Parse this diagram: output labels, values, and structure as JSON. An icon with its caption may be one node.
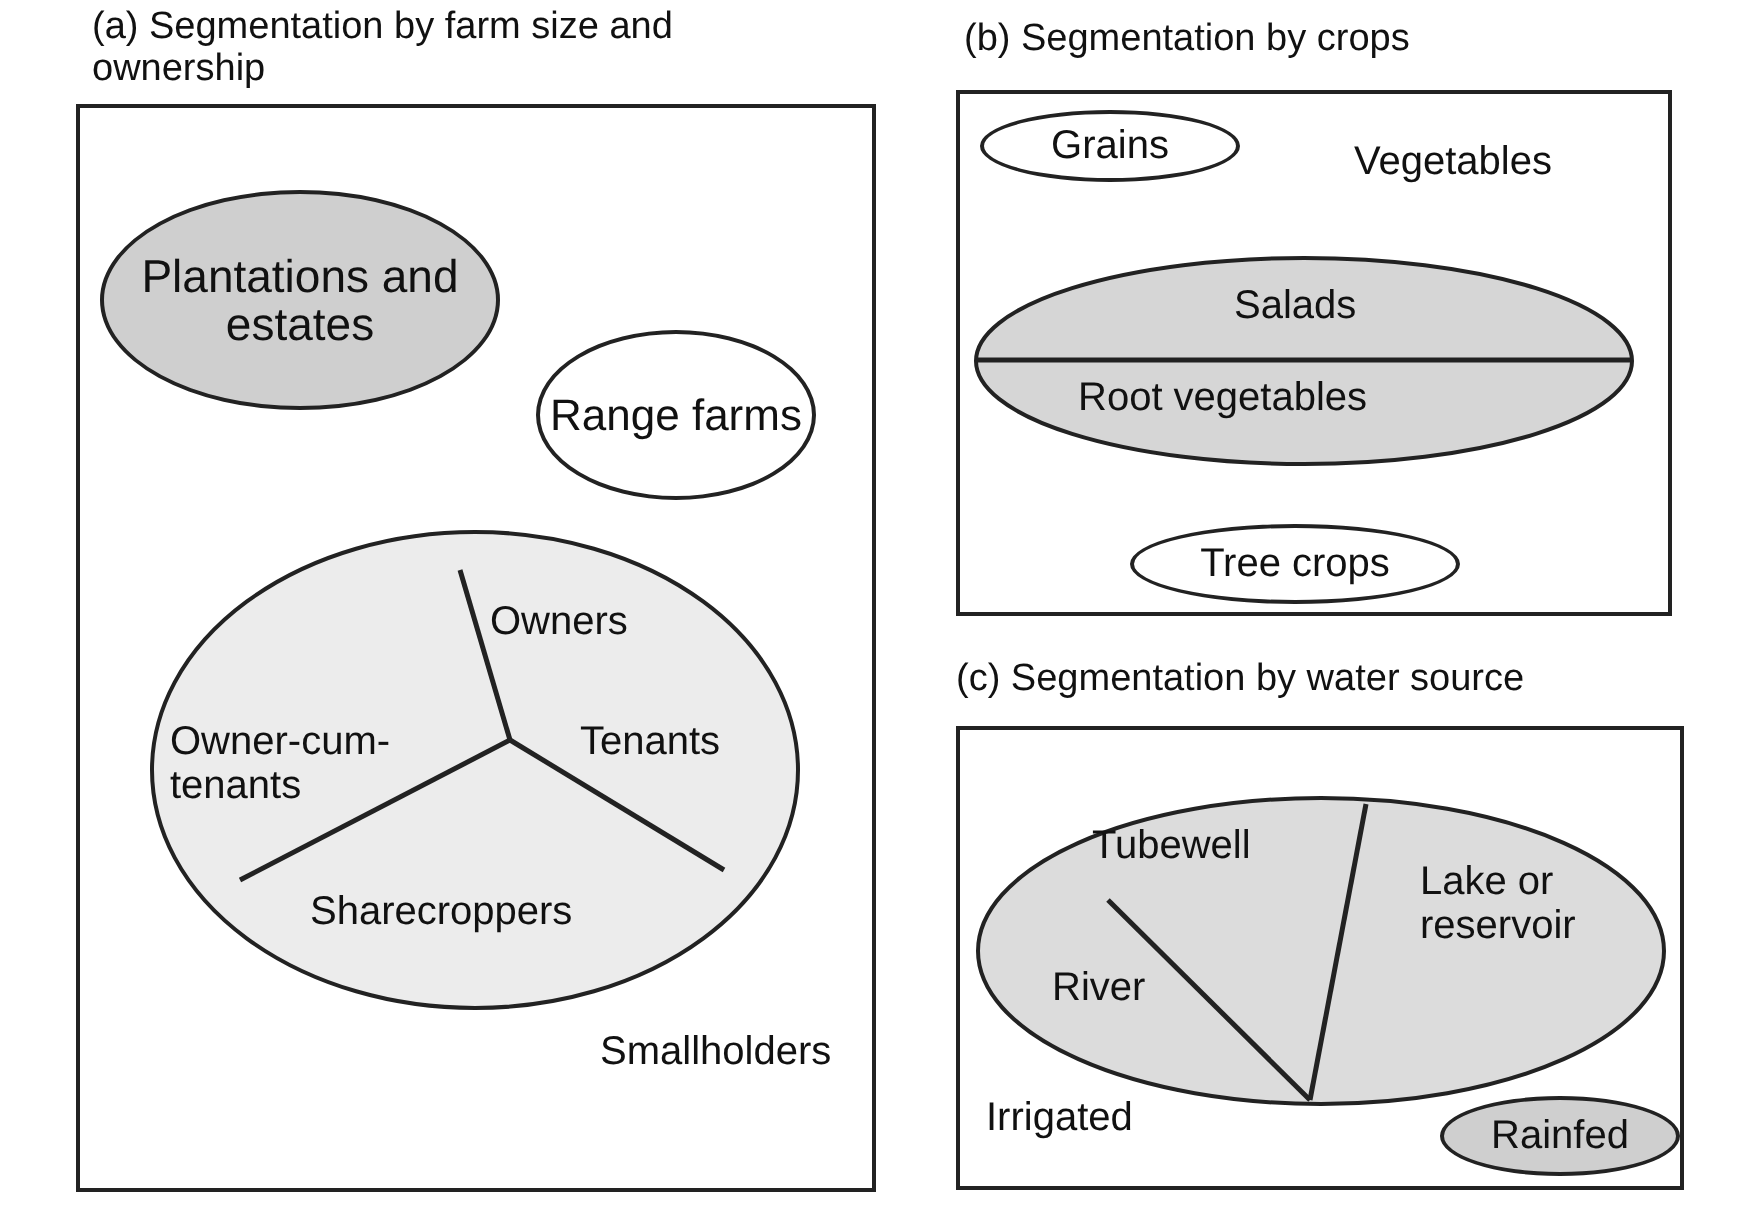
{
  "diagram": {
    "nodes": [
      {
        "text": [
          "(a) Segmentation by farm size and ownership"
        ]
      },
      {
        "text": [
          "Plantations and estates"
        ],
        "in": 0
      },
      {
        "text": [
          "Range farms"
        ],
        "in": 0
      },
      {
        "text": [
          "Smallholders"
        ],
        "in": 0
      },
      {
        "text": [
          "Owners"
        ],
        "in": 3
      },
      {
        "text": [
          "Owner-cum-tenants"
        ],
        "in": 3
      },
      {
        "text": [
          "Tenants"
        ],
        "in": 3
      },
      {
        "text": [
          "Sharecroppers"
        ],
        "in": 3
      },
      {
        "text": [
          "(b) Segmentation by crops"
        ]
      },
      {
        "text": [
          "Grains"
        ],
        "in": 8
      },
      {
        "text": [
          "Vegetables"
        ],
        "in": 8
      },
      {
        "text": [
          "Salads"
        ],
        "in": 10
      },
      {
        "text": [
          "Root vegetables"
        ],
        "in": 10
      },
      {
        "text": [
          "Tree crops"
        ],
        "in": 8
      },
      {
        "text": [
          "(c) Segmentation by water source"
        ]
      },
      {
        "text": [
          "Irrigated"
        ],
        "in": 14
      },
      {
        "text": [
          "Tubewell"
        ],
        "in": 15
      },
      {
        "text": [
          "River"
        ],
        "in": 15
      },
      {
        "text": [
          "Lake or reservoir"
        ],
        "in": 15
      },
      {
        "text": [
          "Rainfed"
        ],
        "in": 14
      }
    ],
    "edges": []
  }
}
